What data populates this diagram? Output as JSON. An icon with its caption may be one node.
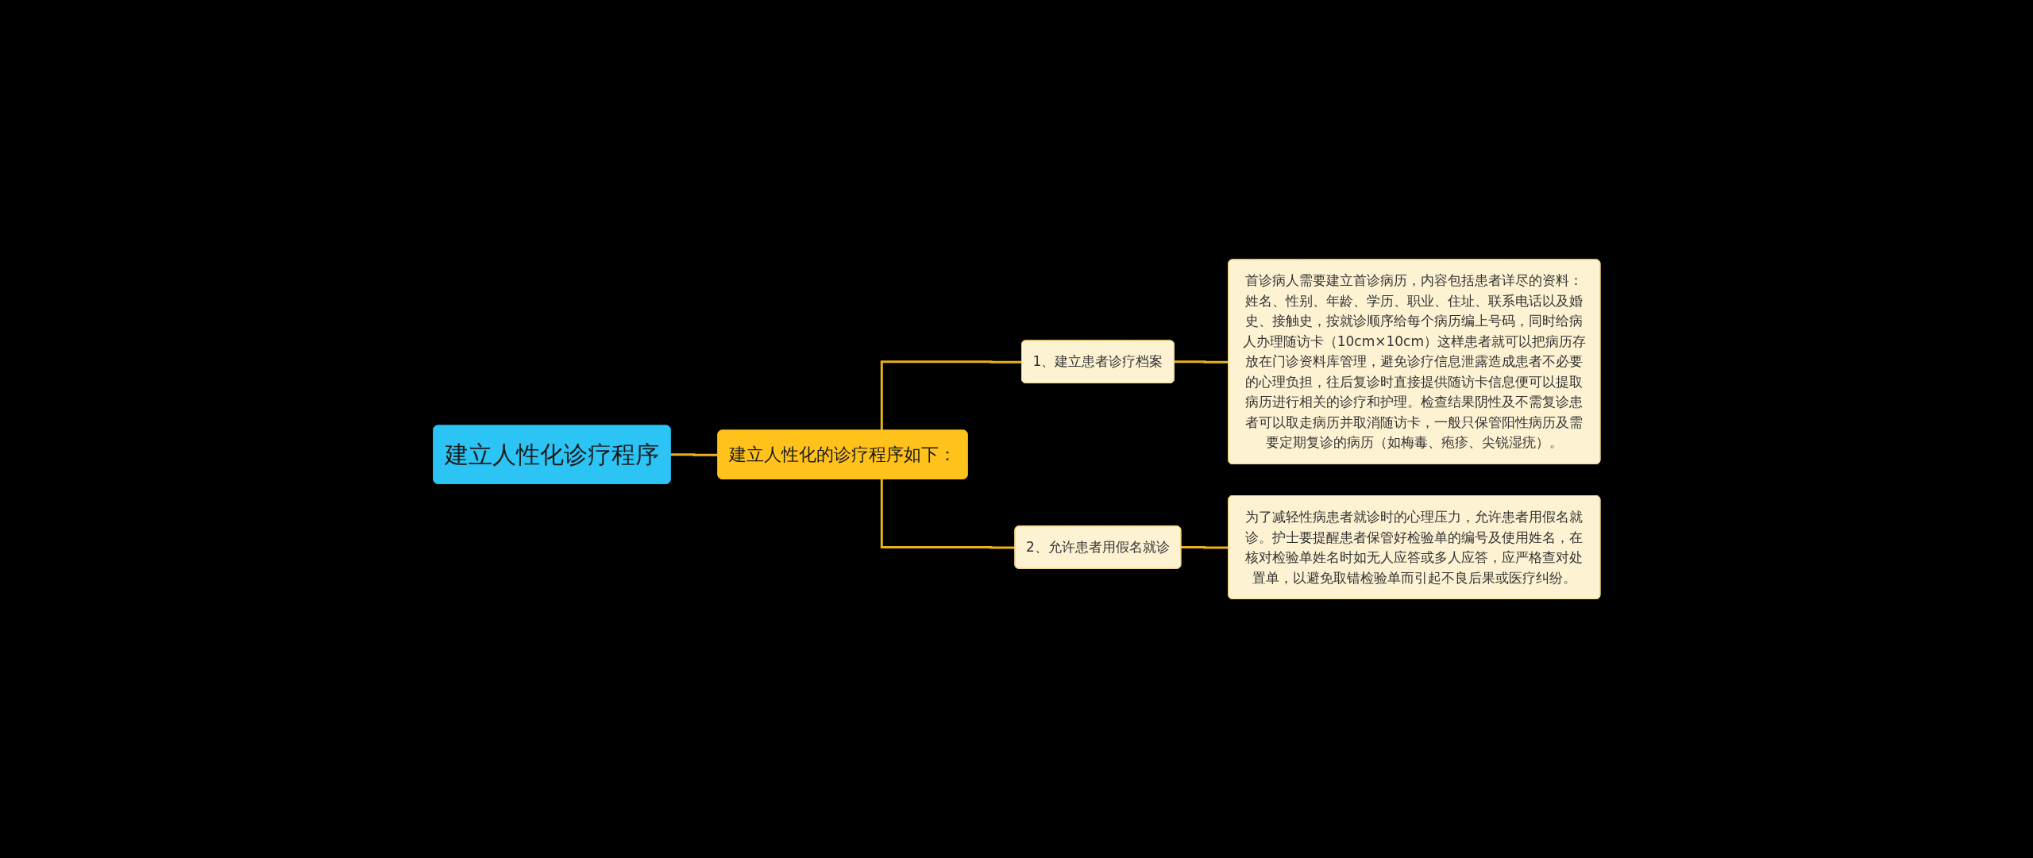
{
  "diagram": {
    "nodes": [
      {
        "text": [
          "建立人性化诊疗程序"
        ]
      },
      {
        "text": [
          "建立人性化的诊疗程序如下："
        ]
      },
      {
        "text": [
          "1、建立患者诊疗档案"
        ]
      },
      {
        "text": [
          "2、允许患者用假名就诊"
        ]
      },
      {
        "text": [
          "首诊病人需要建立首诊病历，内容包括患者详尽的资料：姓名、性别、年龄、学历、职业、住址、联系电话以及婚史、接触史，按就诊顺序给每个病历编上号码，同时给病人办理随访卡（10cm×10cm）这样患者就可以把病历存放在门诊资料库管理，避免诊疗信息泄露造成患者不必要的心理负担，往后复诊时直接提供随访卡信息便可以提取病历进行相关的诊疗和护理。检查结果阴性及不需复诊患者可以取走病历并取消随访卡，一般只保管阳性病历及需要定期复诊的病历（如梅毒、疱疹、尖锐湿疣）。"
        ]
      },
      {
        "text": [
          "为了减轻性病患者就诊时的心理压力，允许患者用假名就诊。护士要提醒患者保管好检验单的编号及使用姓名，在核对检验单姓名时如无人应答或多人应答，应严格查对处置单，以避免取错检验单而引起不良后果或医疗纠纷。"
        ]
      }
    ],
    "edges": [
      {
        "from": 0,
        "to": 1,
        "arrow": "none"
      },
      {
        "from": 1,
        "to": 2,
        "arrow": "none"
      },
      {
        "from": 1,
        "to": 3,
        "arrow": "none"
      },
      {
        "from": 2,
        "to": 4,
        "arrow": "none"
      },
      {
        "from": 3,
        "to": 5,
        "arrow": "none"
      }
    ]
  }
}
